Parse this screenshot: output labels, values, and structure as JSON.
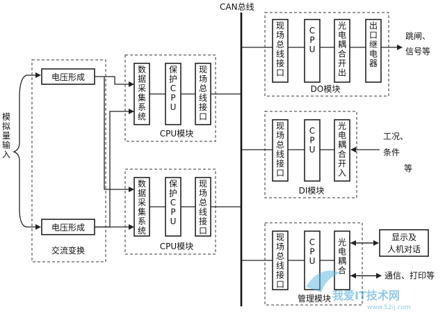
{
  "bus_label": "CAN总线",
  "input_label": "模拟量输入",
  "ac_module": {
    "upper_box": "电压形成",
    "lower_box": "电压形成",
    "label": "交流变换"
  },
  "cpu_module_upper": {
    "boxes": [
      "数据采集系统",
      "保护CPU",
      "现场总线接口"
    ],
    "label": "CPU模块"
  },
  "cpu_module_lower": {
    "boxes": [
      "数据采集系统",
      "保护CPU",
      "现场总线接口"
    ],
    "label": "CPU模块"
  },
  "do_module": {
    "boxes": [
      "现场总线接口",
      "CPU",
      "光电耦合开出",
      "出口继电器"
    ],
    "label": "DO模块",
    "output_label": "跳闸、信号等"
  },
  "di_module": {
    "boxes": [
      "现场总线接口",
      "CPU",
      "光电耦合开入"
    ],
    "label": "DI模块",
    "input_label": "工况、条件等"
  },
  "mgmt_module": {
    "boxes": [
      "现场总线接口",
      "CPU",
      "光电耦合"
    ],
    "label": "管理模块",
    "display_box": "显示及人机对话",
    "comm_label": "通信、打印等"
  },
  "watermark": {
    "main": "我爱IT技术网",
    "url": "www.52ij.com"
  }
}
